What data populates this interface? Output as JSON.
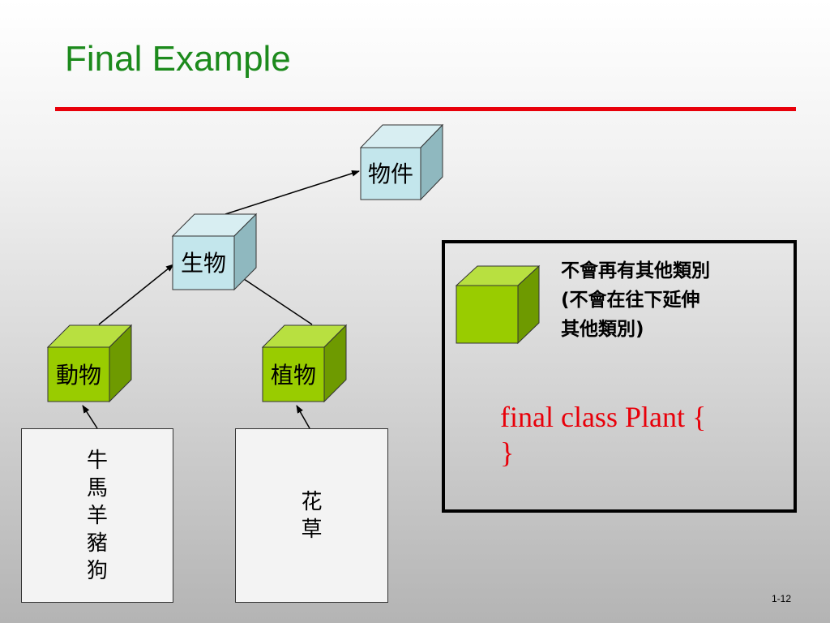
{
  "slide": {
    "title": "Final Example",
    "page_number": "1-12"
  },
  "nodes": {
    "object": "物件",
    "living": "生物",
    "animal": "動物",
    "plant": "植物"
  },
  "animal_list": [
    "牛",
    "馬",
    "羊",
    "豬",
    "狗"
  ],
  "plant_list": [
    "花",
    "草"
  ],
  "legend": {
    "text_lines": [
      "不會再有其他類別",
      "(不會在往下延伸",
      "其他類別)"
    ],
    "code_lines": [
      "final class Plant {",
      "}"
    ]
  },
  "colors": {
    "title": "#1c8a1c",
    "rule": "#e8000a",
    "code": "#e8000a",
    "blue_cube_front": "#c3e6ec",
    "green_cube_front": "#99cc00"
  }
}
